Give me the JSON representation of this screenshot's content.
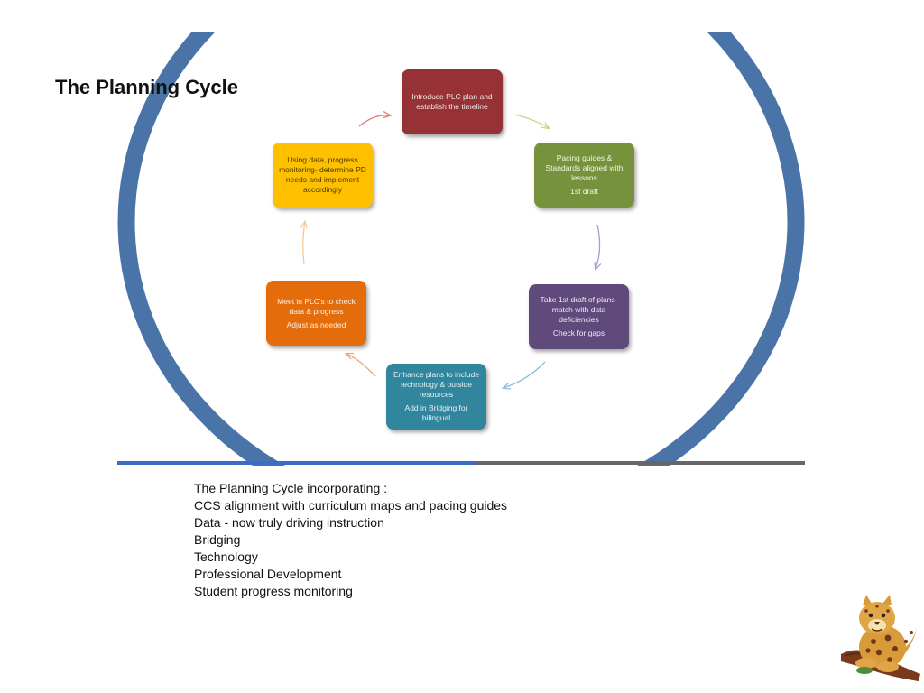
{
  "slide": {
    "title": "The Planning Cycle",
    "progress_fraction": 0.52,
    "colors": {
      "ring": "#4a74a8",
      "progress_fill": "#3a6cc8",
      "progress_track": "#666666"
    }
  },
  "diagram": {
    "type": "cycle",
    "steps": [
      {
        "lines": [
          "Introduce PLC plan and establish the timeline"
        ],
        "color": "#963235",
        "text_color": "#f3e6e6"
      },
      {
        "lines": [
          "Pacing guides & Standards aligned with lessons",
          "1st draft"
        ],
        "color": "#77923c",
        "text_color": "#f2f6e6"
      },
      {
        "lines": [
          "Take 1st draft of plans- match with data deficiencies",
          "Check for gaps"
        ],
        "color": "#5f4a7b",
        "text_color": "#efeaf6"
      },
      {
        "lines": [
          "Enhance plans to include technology & outside resources",
          "Add in Bridging for bilingual"
        ],
        "color": "#31859c",
        "text_color": "#e6f3f6"
      },
      {
        "lines": [
          "Meet in PLC's to check data & progress",
          "Adjust as needed"
        ],
        "color": "#e46c0a",
        "text_color": "#fdf0e6"
      },
      {
        "lines": [
          "Using data, progress monitoring- determine PD needs and implement accordingly"
        ],
        "color": "#ffc000",
        "text_color": "#4a3a00"
      }
    ],
    "arrow_colors": [
      "#e8756f",
      "#c5d68c",
      "#a99bd0",
      "#8bc1dc",
      "#f0a877",
      "#f6c99a"
    ]
  },
  "notes": [
    "The Planning Cycle incorporating :",
    "CCS alignment with curriculum maps and pacing guides",
    "Data -  now truly driving instruction",
    "Bridging",
    "Technology",
    "Professional Development",
    "Student progress monitoring"
  ],
  "mascot": {
    "icon": "leopard-icon"
  }
}
